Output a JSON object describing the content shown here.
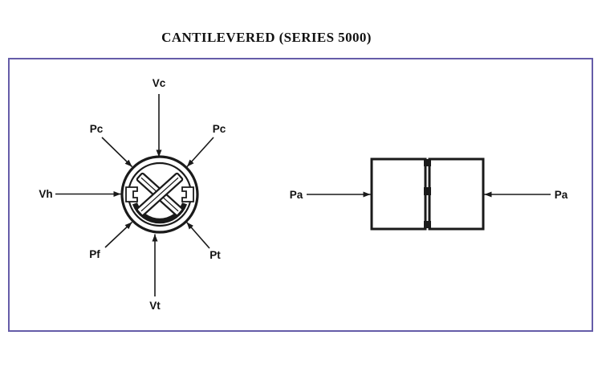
{
  "title": "CANTILEVERED (SERIES 5000)",
  "seal_diagram": {
    "labels": {
      "top": "Vc",
      "upper_left": "Pc",
      "upper_right": "Pc",
      "left": "Vh",
      "lower_left": "Pf",
      "lower_right": "Pt",
      "bottom": "Vt"
    }
  },
  "axial_diagram": {
    "labels": {
      "left": "Pa",
      "right": "Pa"
    }
  },
  "colors": {
    "panel_border": "#655ca8",
    "line": "#1a1a1a",
    "background": "#ffffff"
  }
}
